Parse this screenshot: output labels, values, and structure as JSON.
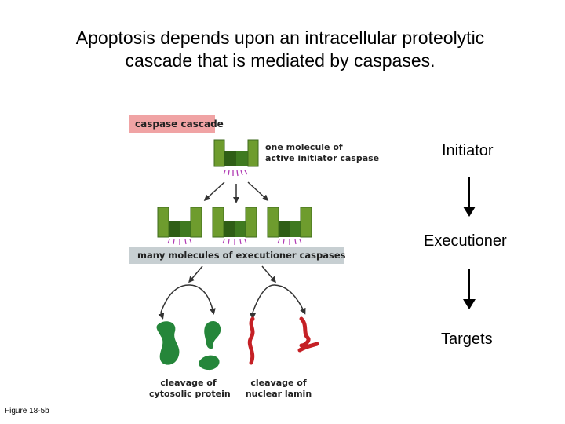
{
  "title": {
    "line1": "Apoptosis depends upon an intracellular proteolytic",
    "line2": "cascade that is mediated by caspases."
  },
  "figure": {
    "caspase_cascade_label": "caspase cascade",
    "initiator_caption": {
      "line1": "one molecule of",
      "line2": "active initiator caspase"
    },
    "executioner_label": "many molecules of executioner caspases",
    "cytosolic_caption": {
      "line1": "cleavage of",
      "line2": "cytosolic protein"
    },
    "nuclear_caption": {
      "line1": "cleavage of",
      "line2": "nuclear lamin"
    },
    "colors": {
      "caspase_green": "#6e9c2e",
      "caspase_dark_green": "#2f5e16",
      "cleave_site": "#b03ab3",
      "cytosolic_protein": "#25863a",
      "nuclear_lamin": "#c52025",
      "pink_box": "#f0a3a4",
      "gray_box": "#c7cfd2"
    }
  },
  "flow": {
    "initiator": "Initiator",
    "executioner": "Executioner",
    "targets": "Targets"
  },
  "figure_caption": "Figure 18-5b"
}
